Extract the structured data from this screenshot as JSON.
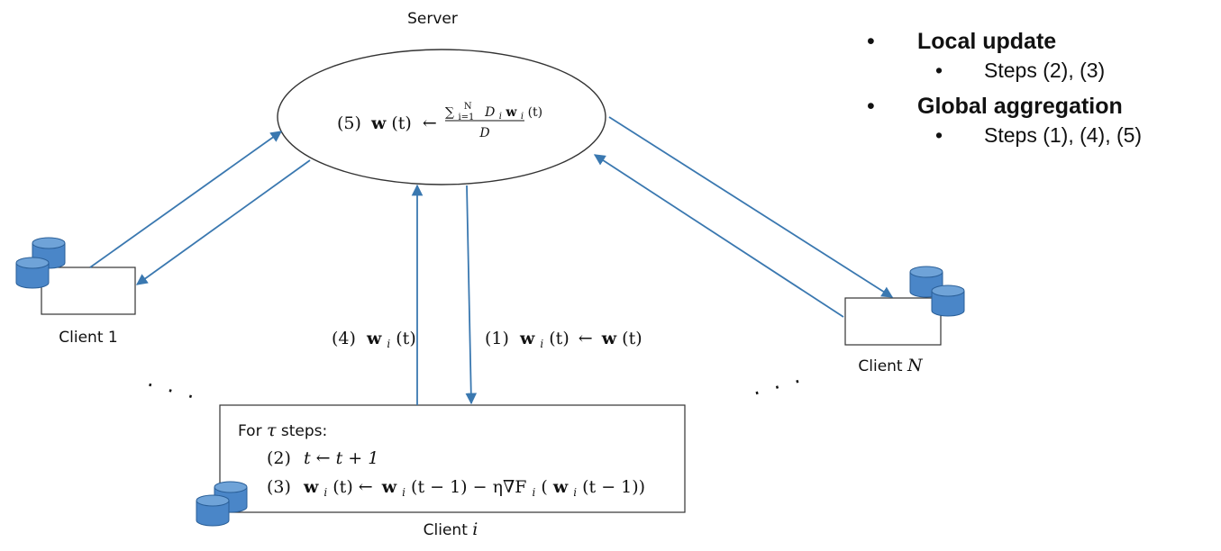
{
  "server": {
    "title": "Server",
    "step_prefix": "(5)",
    "w_symbol": "w",
    "t_arg": "(t)",
    "assign": "←",
    "sum_sym": "∑",
    "sum_sub": "i=1",
    "sum_sup": "N",
    "numer_D": "D",
    "numer_i": "i",
    "numer_w": "w",
    "numer_t": "(t)",
    "denom": "D"
  },
  "clients": {
    "client1_label": "Client 1",
    "clientN_prefix": "Client",
    "clientN_var": "N",
    "clienti_prefix": "Client",
    "clienti_var": "i"
  },
  "edges": {
    "up_prefix": "(4)",
    "up_w": "w",
    "up_sub": "i",
    "up_arg": "(t)",
    "down_prefix": "(1)",
    "down_w": "w",
    "down_sub": "i",
    "down_arg": "(t)",
    "down_assign": "←",
    "down_w2": "w",
    "down_arg2": "(t)"
  },
  "client_i_box": {
    "line1_prefix": "For",
    "line1_var": "τ",
    "line1_suffix": "steps:",
    "step2_prefix": "(2)",
    "step2_expr": "t ← t + 1",
    "step3_prefix": "(3)",
    "w": "w",
    "sub": "i",
    "arg1": "(t) ←",
    "arg2": "(t − 1) − η∇F",
    "arg3": "(",
    "arg4": "(t − 1))"
  },
  "ellipsis": {
    "left": "· · ·",
    "right": "· · ·"
  },
  "legend": {
    "bullet": "•",
    "sub_bullet": "•",
    "items": [
      {
        "title": "Local update",
        "sub": "Steps (2), (3)"
      },
      {
        "title": "Global aggregation",
        "sub": "Steps (1), (4), (5)"
      }
    ]
  },
  "colors": {
    "arrow": "#3a78b0",
    "database_fill": "#4a86c8",
    "database_stroke": "#2a5f98"
  },
  "icons": [
    "database-icon"
  ]
}
